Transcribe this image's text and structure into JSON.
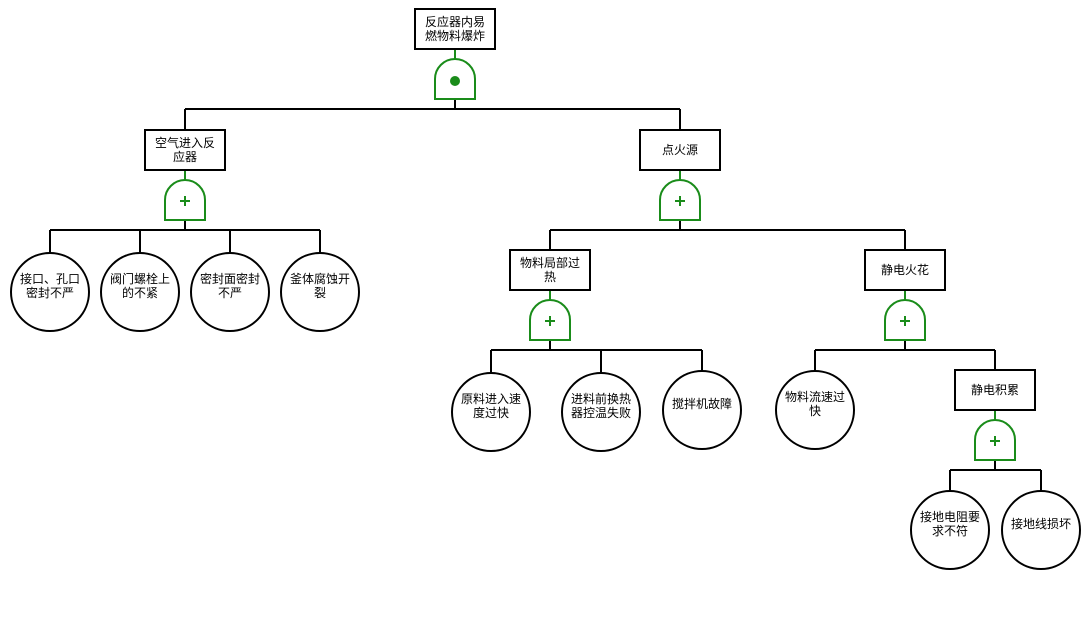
{
  "diagram": {
    "type": "fault-tree",
    "colors": {
      "gate": "#1a8c1a",
      "line": "#000000"
    },
    "nodes": [
      {
        "id": "top",
        "kind": "event",
        "label": "反应器内易燃物料爆炸",
        "lines": [
          "反应器内易",
          "燃物料爆炸"
        ],
        "gate": "AND"
      },
      {
        "id": "air",
        "kind": "event",
        "label": "空气进入反应器",
        "lines": [
          "空气进入反",
          "应器"
        ],
        "gate": "OR",
        "parent": "top"
      },
      {
        "id": "ign",
        "kind": "event",
        "label": "点火源",
        "lines": [
          "点火源"
        ],
        "gate": "OR",
        "parent": "top"
      },
      {
        "id": "b1",
        "kind": "basic",
        "label": "接口、孔口密封不严",
        "lines": [
          "接口、孔口",
          "密封不严"
        ],
        "parent": "air"
      },
      {
        "id": "b2",
        "kind": "basic",
        "label": "阀门螺栓上的不紧",
        "lines": [
          "阀门螺栓上",
          "的不紧"
        ],
        "parent": "air"
      },
      {
        "id": "b3",
        "kind": "basic",
        "label": "密封面密封不严",
        "lines": [
          "密封面密封",
          "不严"
        ],
        "parent": "air"
      },
      {
        "id": "b4",
        "kind": "basic",
        "label": "釜体腐蚀开裂",
        "lines": [
          "釜体腐蚀开",
          "裂"
        ],
        "parent": "air"
      },
      {
        "id": "heat",
        "kind": "event",
        "label": "物料局部过热",
        "lines": [
          "物料局部过",
          "热"
        ],
        "gate": "OR",
        "parent": "ign"
      },
      {
        "id": "spark",
        "kind": "event",
        "label": "静电火花",
        "lines": [
          "静电火花"
        ],
        "gate": "OR",
        "parent": "ign"
      },
      {
        "id": "b5",
        "kind": "basic",
        "label": "原料进入速度过快",
        "lines": [
          "原料进入速",
          "度过快"
        ],
        "parent": "heat"
      },
      {
        "id": "b6",
        "kind": "basic",
        "label": "进料前换热器控温失败",
        "lines": [
          "进料前换热",
          "器控温失败"
        ],
        "parent": "heat"
      },
      {
        "id": "b7",
        "kind": "basic",
        "label": "搅拌机故障",
        "lines": [
          "搅拌机故障"
        ],
        "parent": "heat"
      },
      {
        "id": "b8",
        "kind": "basic",
        "label": "物料流速过快",
        "lines": [
          "物料流速过",
          "快"
        ],
        "parent": "spark"
      },
      {
        "id": "accum",
        "kind": "event",
        "label": "静电积累",
        "lines": [
          "静电积累"
        ],
        "gate": "OR",
        "parent": "spark"
      },
      {
        "id": "b9",
        "kind": "basic",
        "label": "接地电阻要求不符",
        "lines": [
          "接地电阻要",
          "求不符"
        ],
        "parent": "accum"
      },
      {
        "id": "b10",
        "kind": "basic",
        "label": "接地线损坏",
        "lines": [
          "接地线损坏"
        ],
        "parent": "accum"
      }
    ]
  }
}
